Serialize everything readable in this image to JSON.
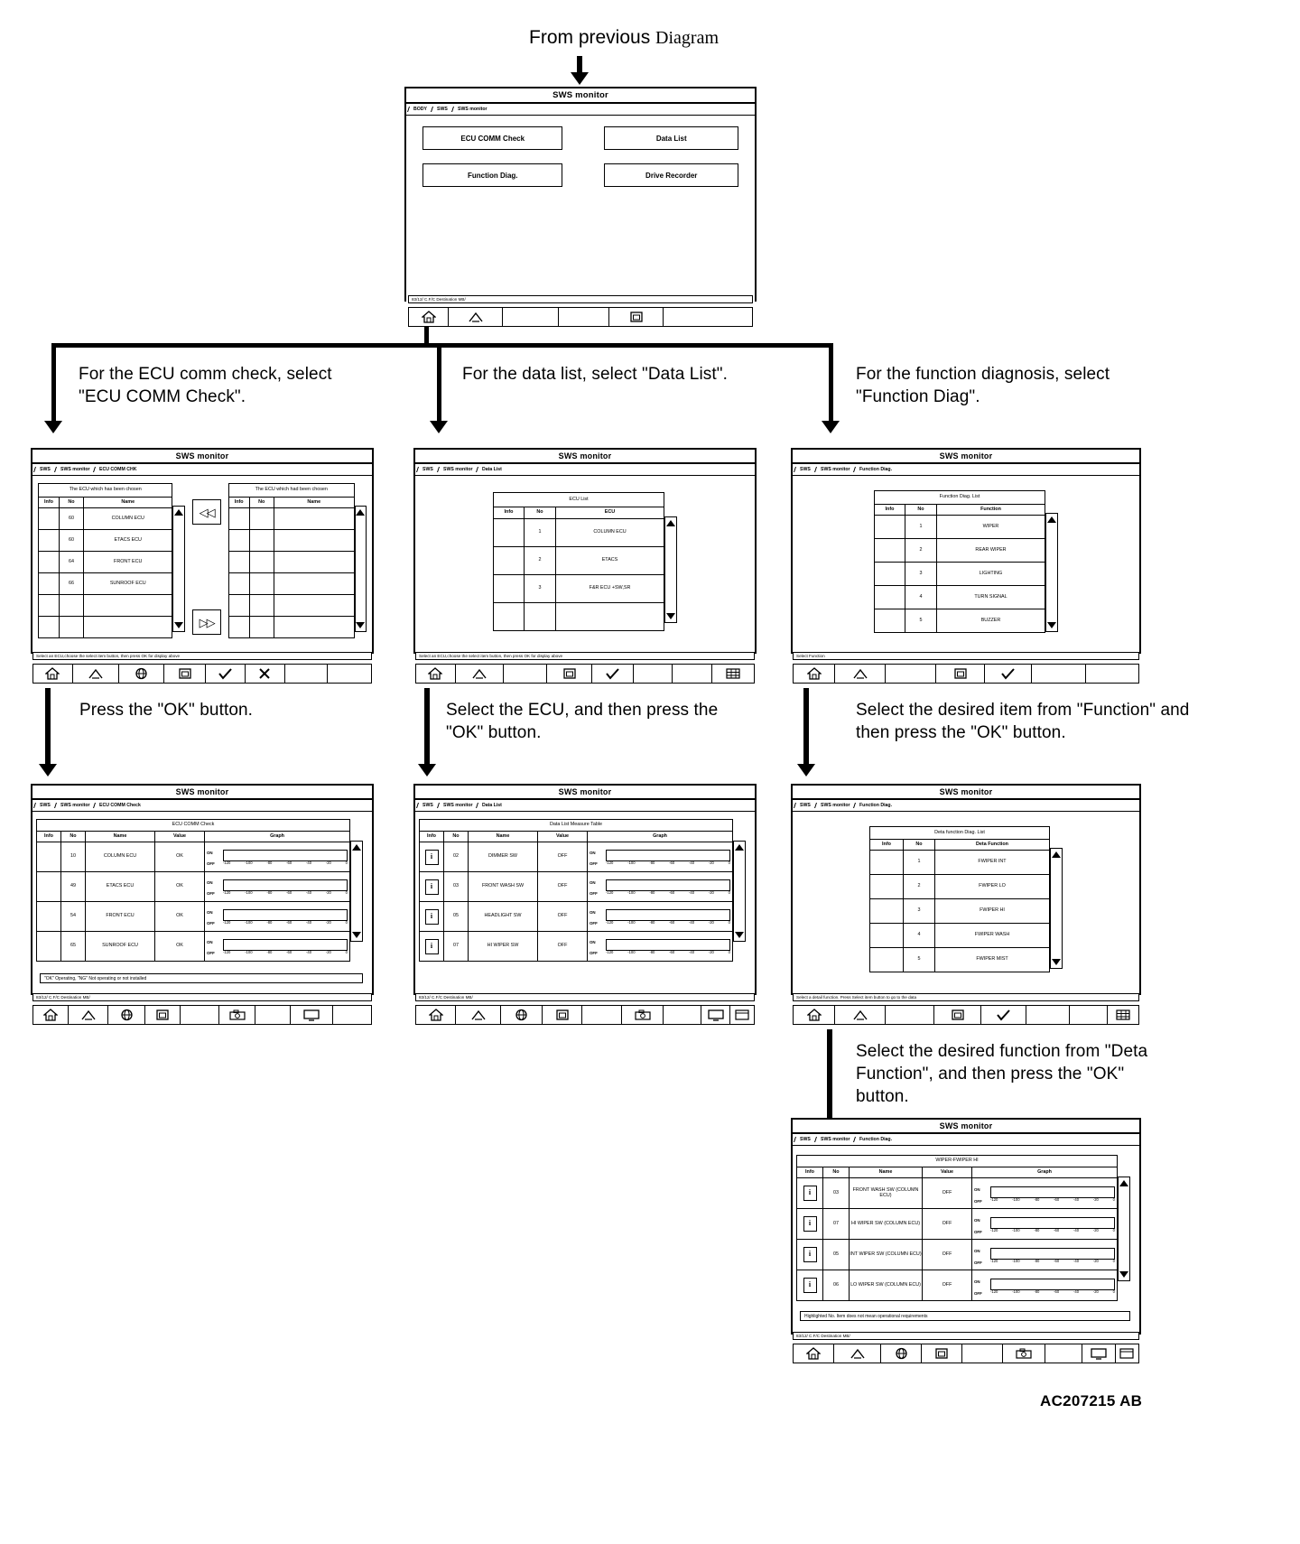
{
  "figure": {
    "from_previous": "From previous",
    "from_previous_tail": "Diagram",
    "code": "AC207215 AB"
  },
  "callouts": {
    "ecu_comm": "For the ECU comm check, select \"ECU COMM Check\".",
    "data_list": "For the data list, select \"Data List\".",
    "function_diag": "For the function diagnosis, select \"Function Diag\".",
    "press_ok": "Press the \"OK\" button.",
    "select_ecu": "Select the ECU, and then press the \"OK\" button.",
    "select_function": "Select the desired item from \"Function\" and then press the \"OK\" button.",
    "select_deta": "Select the desired function from \"Deta Function\", and then press the \"OK\" button."
  },
  "common": {
    "title": "SWS monitor",
    "status_bar": "83/12/   C.F/C Destination MB/"
  },
  "screen_menu": {
    "crumbs": [
      "BODY",
      "SWS",
      "SWS monitor"
    ],
    "buttons": [
      "ECU COMM Check",
      "Data List",
      "Function Diag.",
      "Drive Recorder"
    ],
    "toolbar": [
      "home-icon",
      "back-icon",
      "blank",
      "blank",
      "print-icon",
      "blank"
    ]
  },
  "screen_ecu_comm_sel": {
    "crumbs": [
      "SWS",
      "SWS monitor",
      "ECU COMM CHK"
    ],
    "left_caption": "The ECU which has been chosen",
    "right_caption": "The ECU which had been chosen",
    "headers": [
      "Info",
      "No",
      "Name"
    ],
    "left_rows": [
      {
        "info": "",
        "no": "60",
        "name": "COLUMN ECU"
      },
      {
        "info": "",
        "no": "60",
        "name": "ETACS ECU"
      },
      {
        "info": "",
        "no": "64",
        "name": "FRONT ECU"
      },
      {
        "info": "",
        "no": "66",
        "name": "SUNROOF ECU"
      },
      {
        "info": "",
        "no": "",
        "name": ""
      },
      {
        "info": "",
        "no": "",
        "name": ""
      }
    ],
    "right_rows": [
      {
        "info": "",
        "no": "",
        "name": ""
      },
      {
        "info": "",
        "no": "",
        "name": ""
      },
      {
        "info": "",
        "no": "",
        "name": ""
      },
      {
        "info": "",
        "no": "",
        "name": ""
      },
      {
        "info": "",
        "no": "",
        "name": ""
      },
      {
        "info": "",
        "no": "",
        "name": ""
      }
    ],
    "xfer_left": "◁◁",
    "xfer_right": "▷▷",
    "status_bar": "Select an ECU,choose the select item button, then press OK for display above",
    "toolbar": [
      "home-icon",
      "back-icon",
      "globe-icon",
      "print-icon",
      "check-icon",
      "cross-icon",
      "blank",
      "blank"
    ]
  },
  "screen_data_list_sel": {
    "crumbs": [
      "SWS",
      "SWS monitor",
      "Data List"
    ],
    "caption": "ECU List",
    "headers": [
      "Info",
      "No",
      "ECU"
    ],
    "rows": [
      {
        "info": "",
        "no": "1",
        "name": "COLUMN ECU"
      },
      {
        "info": "",
        "no": "2",
        "name": "ETACS"
      },
      {
        "info": "",
        "no": "3",
        "name": "F&R ECU +SW,SR"
      },
      {
        "info": "",
        "no": "",
        "name": ""
      }
    ],
    "status_bar": "Select an ECU,choose the select item button, then press OK for display above",
    "toolbar": [
      "home-icon",
      "back-icon",
      "blank",
      "print-icon",
      "blank",
      "check-icon",
      "blank",
      "blank",
      "table-icon"
    ]
  },
  "screen_function_diag_sel": {
    "crumbs": [
      "SWS",
      "SWS monitor",
      "Function Diag."
    ],
    "caption": "Function Diag. List",
    "headers": [
      "Info",
      "No",
      "Function"
    ],
    "rows": [
      {
        "info": "",
        "no": "1",
        "name": "WIPER"
      },
      {
        "info": "",
        "no": "2",
        "name": "REAR WIPER"
      },
      {
        "info": "",
        "no": "3",
        "name": "LIGHTING"
      },
      {
        "info": "",
        "no": "4",
        "name": "TURN SIGNAL"
      },
      {
        "info": "",
        "no": "5",
        "name": "BUZZER"
      }
    ],
    "status_bar": "Select Function",
    "toolbar": [
      "home-icon",
      "back-icon",
      "blank",
      "print-icon",
      "check-icon",
      "blank",
      "blank"
    ]
  },
  "screen_ecu_comm_result": {
    "crumbs": [
      "SWS",
      "SWS monitor",
      "ECU COMM Check"
    ],
    "caption": "ECU COMM Check",
    "headers": [
      "Info",
      "No",
      "Name",
      "Value",
      "Graph"
    ],
    "axis_ticks": [
      "-120",
      "-100",
      "-80",
      "-60",
      "-40",
      "-20",
      "0"
    ],
    "on_label": "ON",
    "off_label": "OFF",
    "rows": [
      {
        "info": "",
        "no": "10",
        "name": "COLUMN ECU",
        "value": "OK"
      },
      {
        "info": "",
        "no": "49",
        "name": "ETACS ECU",
        "value": "OK"
      },
      {
        "info": "",
        "no": "54",
        "name": "FRONT ECU",
        "value": "OK"
      },
      {
        "info": "",
        "no": "65",
        "name": "SUNROOF ECU",
        "value": "OK"
      }
    ],
    "note": "\"OK\" Operating, \"NG\" Not operating or not installed",
    "status_bar": "83/12/   C.F/C Destination MB/",
    "toolbar": [
      "home-icon",
      "back-icon",
      "globe-icon",
      "print-icon",
      "blank",
      "camera-icon",
      "blank",
      "monitor-icon",
      "blank"
    ]
  },
  "screen_data_list_result": {
    "crumbs": [
      "SWS",
      "SWS monitor",
      "Data List"
    ],
    "caption": "Data List Measure Table",
    "headers": [
      "Info",
      "No",
      "Name",
      "Value",
      "Graph"
    ],
    "axis_ticks": [
      "-120",
      "-100",
      "-80",
      "-60",
      "-40",
      "-20",
      "0"
    ],
    "on_label": "ON",
    "off_label": "OFF",
    "rows": [
      {
        "info": "i",
        "no": "02",
        "name": "DIMMER SW",
        "value": "OFF"
      },
      {
        "info": "i",
        "no": "03",
        "name": "FRONT WASH SW",
        "value": "OFF"
      },
      {
        "info": "i",
        "no": "05",
        "name": "HEADLIGHT SW",
        "value": "OFF"
      },
      {
        "info": "i",
        "no": "07",
        "name": "HI WIPER SW",
        "value": "OFF"
      }
    ],
    "status_bar": "83/12/  C.F/C Destination MB/",
    "toolbar": [
      "home-icon",
      "back-icon",
      "globe-icon",
      "print-icon",
      "blank",
      "camera-icon",
      "blank",
      "monitor-icon",
      "window-icon"
    ]
  },
  "screen_function_diag_result": {
    "crumbs": [
      "SWS",
      "SWS monitor",
      "Function Diag."
    ],
    "caption": "Deta function Diag. List",
    "headers": [
      "Info",
      "No",
      "Deta Function"
    ],
    "rows": [
      {
        "info": "",
        "no": "1",
        "name": "FWIPER INT"
      },
      {
        "info": "",
        "no": "2",
        "name": "FWIPER LO"
      },
      {
        "info": "",
        "no": "3",
        "name": "FWIPER HI"
      },
      {
        "info": "",
        "no": "4",
        "name": "FWIPER WASH"
      },
      {
        "info": "",
        "no": "5",
        "name": "FWIPER MIST"
      }
    ],
    "status_bar": "Select a detail function. Press Select item button to go to the data",
    "toolbar": [
      "home-icon",
      "back-icon",
      "blank",
      "print-icon",
      "check-icon",
      "blank",
      "blank",
      "table-icon"
    ]
  },
  "screen_function_diag_data": {
    "crumbs": [
      "SWS",
      "SWS monitor",
      "Function Diag."
    ],
    "caption": "WIPER-FWIPER HI",
    "headers": [
      "Info",
      "No",
      "Name",
      "Value",
      "Graph"
    ],
    "axis_ticks": [
      "-120",
      "-100",
      "-80",
      "-60",
      "-40",
      "-20",
      "0"
    ],
    "on_label": "ON",
    "off_label": "OFF",
    "rows": [
      {
        "info": "i",
        "no": "03",
        "name": "FRONT WASH SW (COLUMN ECU)",
        "value": "OFF"
      },
      {
        "info": "i",
        "no": "07",
        "name": "HI WIPER SW (COLUMN ECU)",
        "value": "OFF"
      },
      {
        "info": "i",
        "no": "05",
        "name": "INT WIPER SW (COLUMN ECU)",
        "value": "OFF"
      },
      {
        "info": "i",
        "no": "06",
        "name": "LO WIPER SW (COLUMN ECU)",
        "value": "OFF"
      }
    ],
    "note": "Highlighted No. Item does not mean operational requirements",
    "status_bar": "83/12/  C.F/C Destination MB/",
    "toolbar": [
      "home-icon",
      "back-icon",
      "globe-icon",
      "print-icon",
      "blank",
      "camera-icon",
      "blank",
      "monitor-icon",
      "window-icon"
    ]
  }
}
